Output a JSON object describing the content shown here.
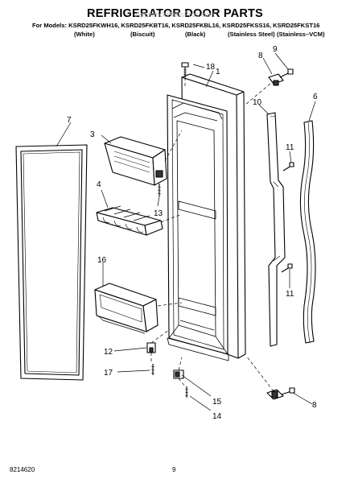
{
  "header": {
    "title": "REFRIGERATOR DOOR PARTS",
    "models": "For Models: KSRD25FKWH16, KSRD25FKBT16, KSRD25FKBL16, KSRD25FKSS16, KSRD25FKST16",
    "colors": [
      "(White)",
      "(Biscuit)",
      "(Black)",
      "(Stainless Steel)",
      "(Stainless–VCM)"
    ]
  },
  "watermark": "AppliancePartsPros.com",
  "callouts": {
    "c1": "1",
    "c3": "3",
    "c4": "4",
    "c6": "6",
    "c7": "7",
    "c8a": "8",
    "c8b": "8",
    "c9": "9",
    "c10": "10",
    "c11a": "11",
    "c11b": "11",
    "c12": "12",
    "c13": "13",
    "c14": "14",
    "c15": "15",
    "c16": "16",
    "c17": "17",
    "c18": "18"
  },
  "footer": {
    "part_number": "8214620",
    "page": "9"
  }
}
